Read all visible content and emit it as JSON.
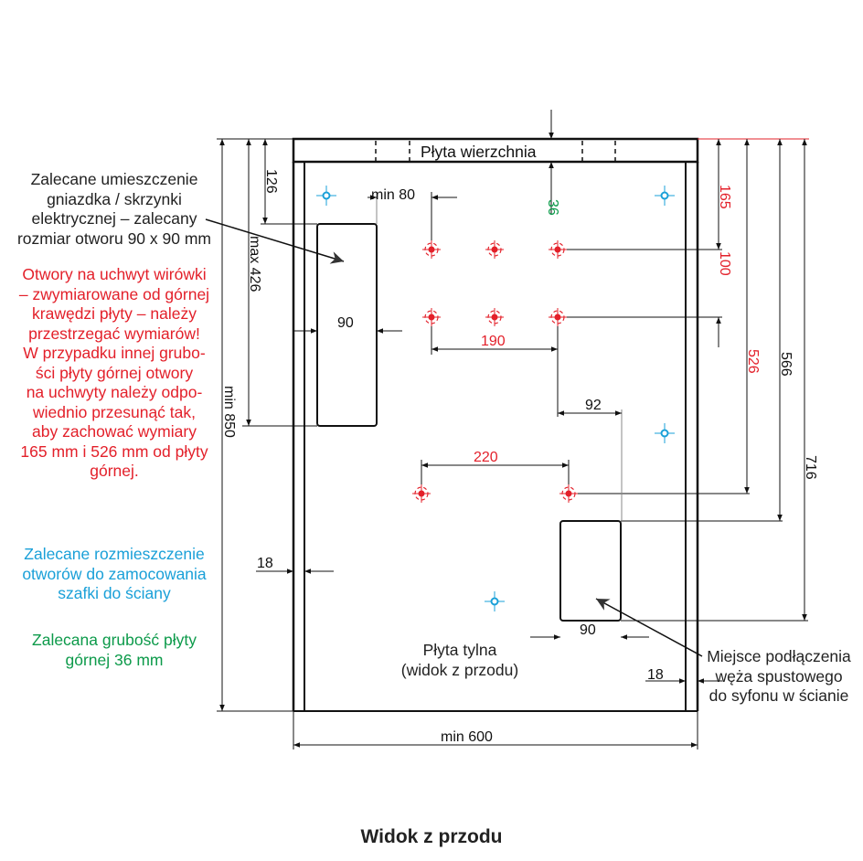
{
  "title": "Widok z przodu",
  "labels": {
    "top_plate": "Płyta wierzchnia",
    "back_plate_line1": "Płyta tylna",
    "back_plate_line2": "(widok z przodu)",
    "drain_line1": "Miejsce podłączenia",
    "drain_line2": "węża spustowego",
    "drain_line3": "do syfonu w ścianie"
  },
  "notes": {
    "socket": [
      "Zalecane umieszczenie",
      "gniazdka / skrzynki",
      "elektrycznej – zalecany",
      "rozmiar otworu 90 x 90 mm"
    ],
    "holes": [
      "Otwory na uchwyt wirówki",
      "– zwymiarowane od górnej",
      "krawędzi płyty – należy",
      "przestrzegać wymiarów!",
      "W przypadku innej grubo-",
      "ści płyty górnej otwory",
      "na uchwyty należy odpo-",
      "wiednio przesunąć tak,",
      "aby zachować wymiary",
      "165 mm i 526 mm od płyty",
      "górnej."
    ],
    "mounting": [
      "Zalecane rozmieszczenie",
      "otworów do zamocowania",
      "szafki do ściany"
    ],
    "thickness": [
      "Zalecana grubość płyty",
      "górnej 36 mm"
    ]
  },
  "dimensions": {
    "d126": "126",
    "max426": "max 426",
    "min850": "min 850",
    "min80": "min 80",
    "d36": "36",
    "d165": "165",
    "d100": "100",
    "d526": "526",
    "d566": "566",
    "d716": "716",
    "box90": "90",
    "d190": "190",
    "d92": "92",
    "d220": "220",
    "left18": "18",
    "drain90": "90",
    "right18": "18",
    "min600": "min 600"
  },
  "colors": {
    "red": "#e3202a",
    "blue": "#1aa0d8",
    "green": "#0c9a4a",
    "line": "#111111"
  }
}
